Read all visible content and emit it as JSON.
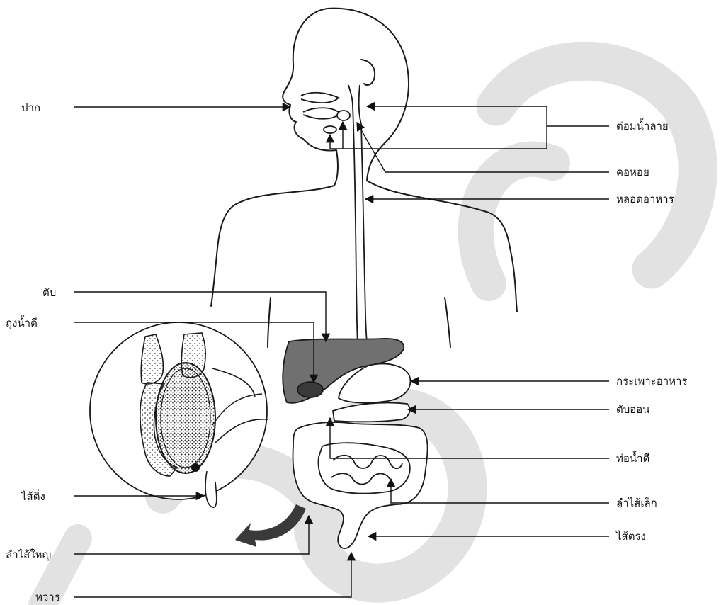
{
  "labels": {
    "mouth": "ปาก",
    "salivary_glands": "ต่อมน้ำลาย",
    "pharynx": "คอหอย",
    "esophagus": "หลอดอาหาร",
    "liver": "ตับ",
    "gallbladder": "ถุงน้ำดี",
    "stomach": "กระเพาะอาหาร",
    "pancreas": "ตับอ่อน",
    "bile_duct": "ท่อน้ำดี",
    "small_intestine": "ลำไส้เล็ก",
    "appendix": "ไส้ติ่ง",
    "rectum": "ไส้ตรง",
    "large_intestine": "ลำไส้ใหญ่",
    "anus": "ทวาร"
  },
  "colors": {
    "liver": "#6f6f6f",
    "gallbladder": "#3a3a3a",
    "watermark": "#e0e0e0",
    "line": "#111111"
  }
}
